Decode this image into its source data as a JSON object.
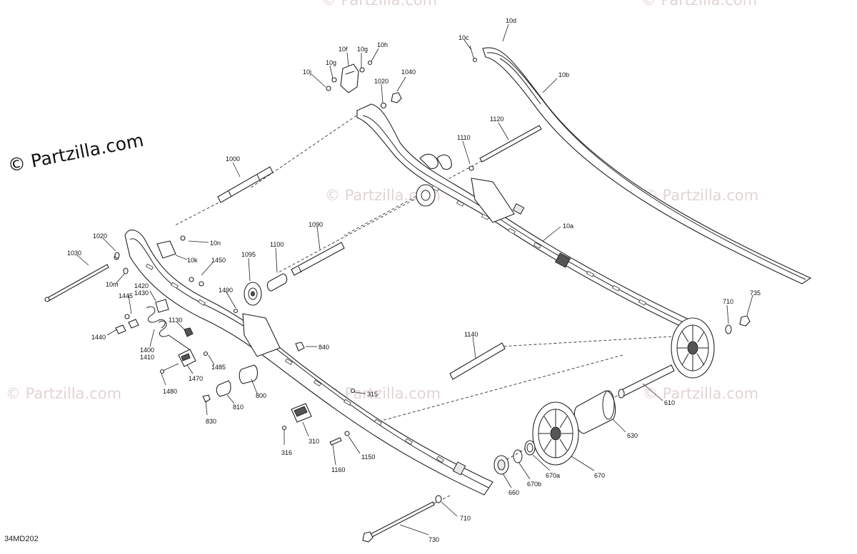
{
  "watermarks": {
    "main_text": "© Partzilla.com",
    "faded_text": "© Partzilla.com"
  },
  "diagram_code": "34MD202",
  "labels": {
    "p10d": "10d",
    "p10c": "10c",
    "p10b": "10b",
    "p10a": "10a",
    "p10f": "10f",
    "p10g_top": "10g",
    "p10h": "10h",
    "p10g_mid": "10g",
    "p10j": "10j",
    "p1020_top": "1020",
    "p1040": "1040",
    "p1110": "1110",
    "p1120": "1120",
    "p1000": "1000",
    "p1020_left": "1020",
    "p1030": "1030",
    "p10n": "10n",
    "p10k": "10k",
    "p10m": "10m",
    "p1090": "1090",
    "p1100": "1100",
    "p1095": "1095",
    "p1450": "1450",
    "p1445": "1445",
    "p1420": "1420",
    "p1430": "1430",
    "p1490": "1490",
    "p1440": "1440",
    "p1130": "1130",
    "p1400": "1400",
    "p1410": "1410",
    "p1470": "1470",
    "p1485": "1485",
    "p1480": "1480",
    "p840": "840",
    "p1140": "1140",
    "p710_right": "710",
    "p735": "735",
    "p800": "800",
    "p315": "315",
    "p810": "810",
    "p830": "830",
    "p610": "610",
    "p316": "316",
    "p310": "310",
    "p1150": "1150",
    "p1160": "1160",
    "p630": "630",
    "p670a": "670a",
    "p670": "670",
    "p670b": "670b",
    "p660": "660",
    "p710_bottom": "710",
    "p730": "730"
  },
  "colors": {
    "line": "#222222",
    "watermark": "#d3bdbd",
    "part_fill": "#ffffff"
  }
}
